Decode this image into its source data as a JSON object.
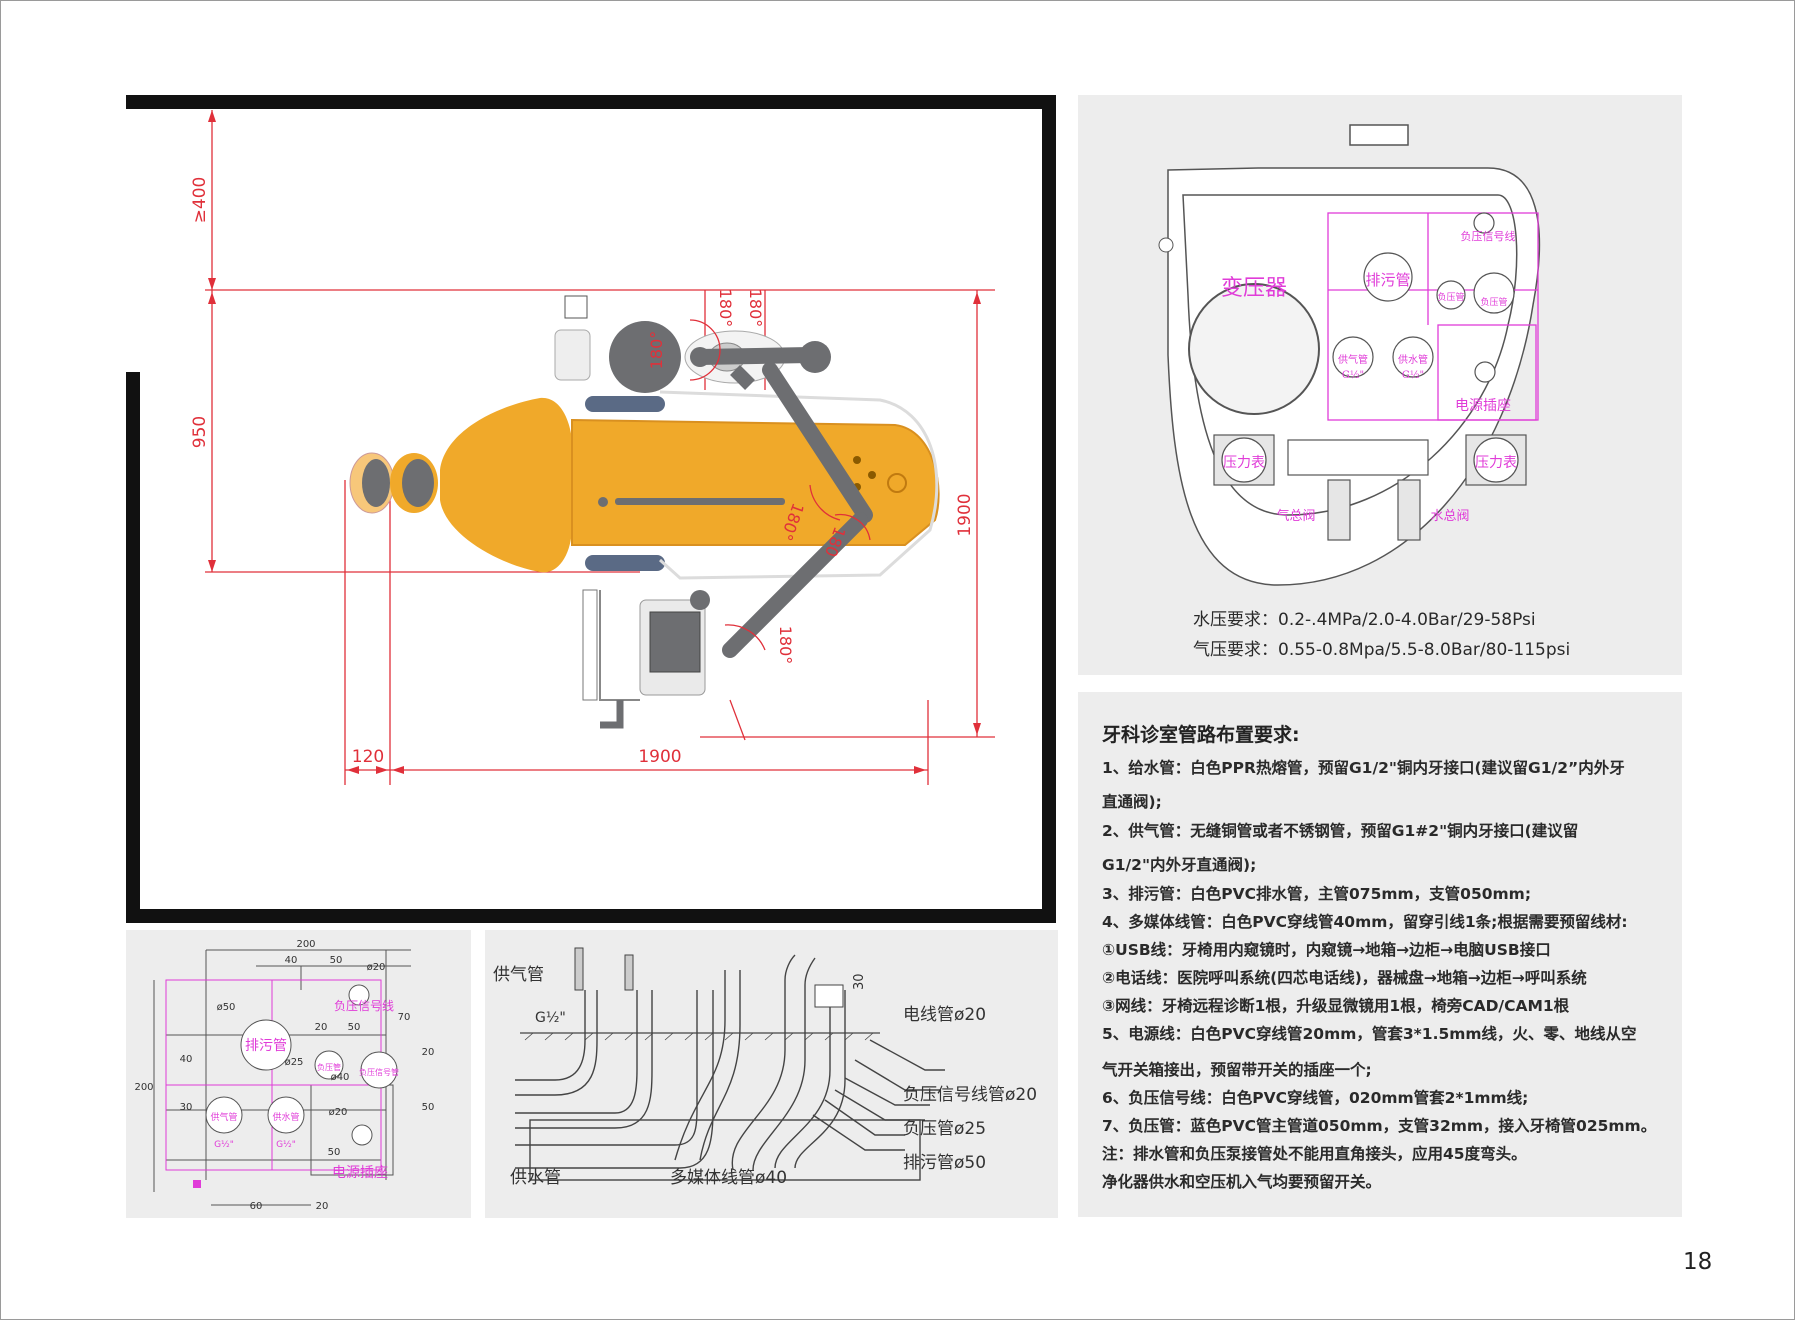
{
  "page_number": "18",
  "floor_plan": {
    "dim_top_clearance": "≥400",
    "dim_chair_width": "950",
    "dim_total_height": "1900",
    "dim_left_gap": "120",
    "dim_total_length": "1900",
    "angle_labels": [
      "180°",
      "180°",
      "180°",
      "180°",
      "180",
      "180°"
    ]
  },
  "base_panel": {
    "labels": {
      "transformer": "变压器",
      "drain_pipe": "排污管",
      "negative_signal": "负压信号线",
      "negative_pipe": "负压管",
      "negative_pipe_small": "负压管",
      "air_pipe": "供气管",
      "water_pipe": "供水管",
      "g_half": "G½\"",
      "power_socket": "电源插座",
      "pressure_gauge": "压力表",
      "air_valve": "气总阀",
      "water_valve": "水总阀"
    },
    "water_pressure": "水压要求：0.2-.4MPa/2.0-4.0Bar/29-58Psi",
    "air_pressure": "气压要求：0.55-0.8Mpa/5.5-8.0Bar/80-115psi"
  },
  "requirements": {
    "title": "牙科诊室管路布置要求:",
    "lines": [
      "1、给水管：白色PPR热熔管，预留G1/2\"铜内牙接口(建议留G1/2”内外牙",
      "直通阀);",
      "2、供气管：无缝铜管或者不锈钢管，预留G1#2\"铜内牙接口(建议留",
      "G1/2\"内外牙直通阀);",
      "3、排污管：白色PVC排水管，主管075mm，支管050mm;",
      "4、多媒体线管：白色PVC穿线管40mm，留穿引线1条;根据需要预留线材:",
      "①USB线：牙椅用内窥镜时，内窥镜→地箱→边柜→电脑USB接口",
      "②电话线：医院呼叫系统(四芯电话线)，器械盘→地箱→边柜→呼叫系统",
      "③网线：牙椅远程诊断1根，升级显微镜用1根，椅旁CAD/CAM1根",
      "5、电源线：白色PVC穿线管20mm，管套3*1.5mm线，火、零、地线从空",
      "气开关箱接出，预留带开关的插座一个;",
      "6、负压信号线：白色PVC穿线管，020mm管套2*1mm线;",
      "7、负压管：蓝色PVC管主管道050mm，支管32mm，接入牙椅管025mm。",
      "注：排水管和负压泵接管处不能用直角接头，应用45度弯头。",
      "净化器供水和空压机入气均要预留开关。"
    ]
  },
  "small_plan": {
    "dims": {
      "d200_top": "200",
      "d40": "40",
      "d50_top": "50",
      "phi20": "ø20",
      "phi50": "ø50",
      "d20a": "20",
      "d50b": "50",
      "phi25": "ø25",
      "d70": "70",
      "d20_right": "20",
      "d200_left": "200",
      "d40_left": "40",
      "d30_left": "30",
      "d50_right": "50",
      "phi40": "ø40",
      "phi20b": "ø20",
      "d50_bottom": "50",
      "d60": "60",
      "d20_bottom": "20"
    },
    "labels": {
      "negative_signal": "负压信号线",
      "drain": "排污管",
      "negative": "负压管",
      "negative_small": "负压信号管",
      "air": "供气管",
      "water": "供水管",
      "g_half": "G½\"",
      "power": "电源插座"
    }
  },
  "pipe_section": {
    "air_pipe": "供气管",
    "g_half": "G½\"",
    "power_line": "电线管ø20",
    "negative_signal": "负压信号线管ø20",
    "negative_pipe": "负压管ø25",
    "drain_pipe": "排污管ø50",
    "water_pipe": "供水管",
    "multimedia_pipe": "多媒体线管ø40",
    "d30": "30"
  },
  "colors": {
    "chair_orange": "#f0a92a",
    "dimension_red": "#e0303a",
    "label_magenta": "#e03cd8",
    "arm_grey": "#6d6e71",
    "panel_grey": "#ededed"
  }
}
